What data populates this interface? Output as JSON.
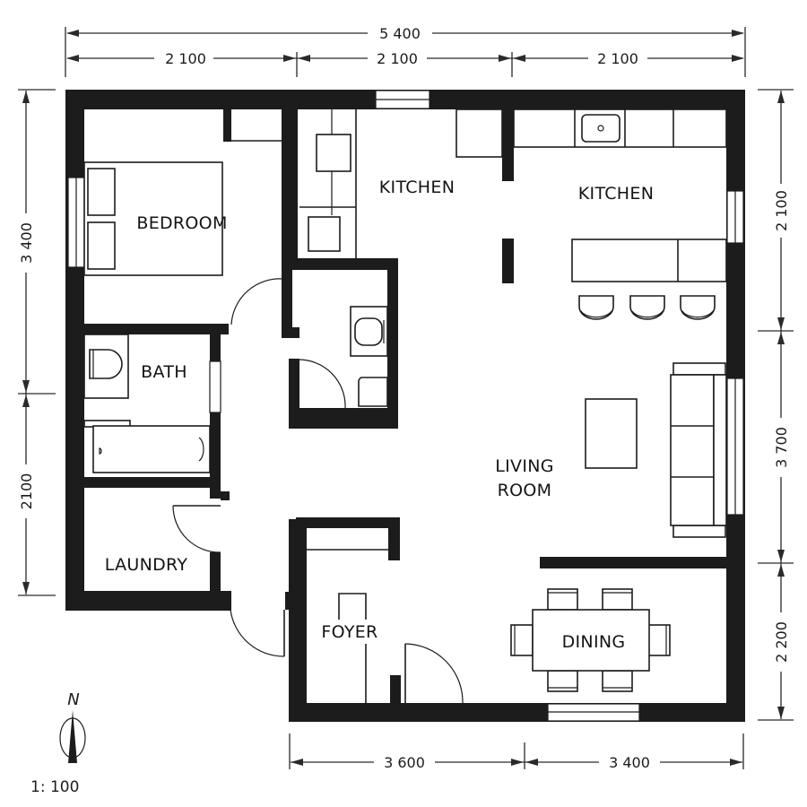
{
  "plan": {
    "rooms": {
      "bedroom": "BEDROOM",
      "bath": "BATH",
      "laundry": "LAUNDRY",
      "kitchen_west": "KITCHEN",
      "kitchen_east": "KITCHEN",
      "living_line1": "LIVING",
      "living_line2": "ROOM",
      "foyer": "FOYER",
      "dining": "DINING"
    },
    "dimensions": {
      "top_total": "5 400",
      "top_segments": [
        "2 100",
        "2 100",
        "2 100"
      ],
      "left_segments": [
        "3 400",
        "2100"
      ],
      "right_segments": [
        "2 100",
        "3 700",
        "2 200"
      ],
      "bottom_segments": [
        "3 600",
        "3 400"
      ]
    },
    "north_label": "N",
    "scale": "1: 100"
  },
  "colors": {
    "wall": "#1c1c1c",
    "background": "#ffffff",
    "line": "#1c1c1c"
  }
}
